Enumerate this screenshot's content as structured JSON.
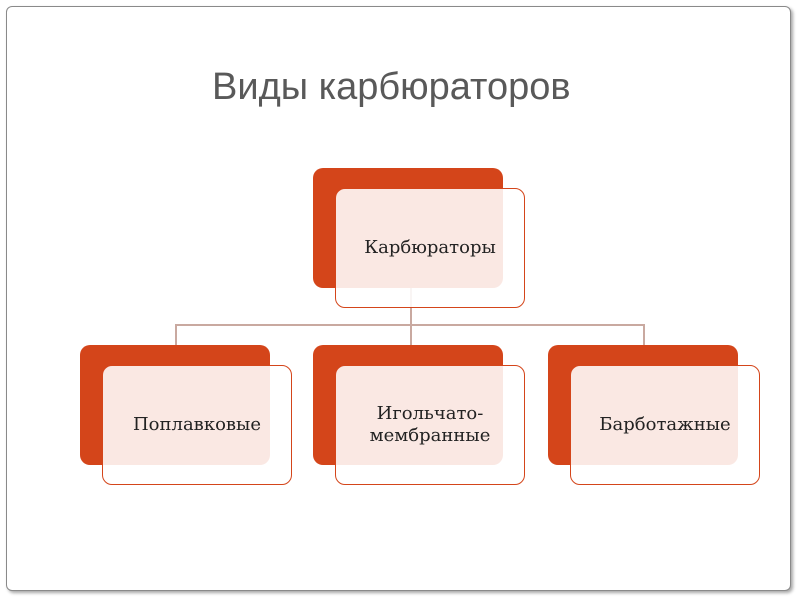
{
  "slide": {
    "title": "Виды карбюраторов"
  },
  "diagram": {
    "root": {
      "label": "Карбюраторы"
    },
    "children": [
      {
        "label": "Поплавковые"
      },
      {
        "label": "Игольчато-мембранные"
      },
      {
        "label": "Барботажные"
      }
    ]
  },
  "colors": {
    "accent": "#d4451a",
    "title_text": "#595959",
    "connector": "#c9a9a0"
  }
}
